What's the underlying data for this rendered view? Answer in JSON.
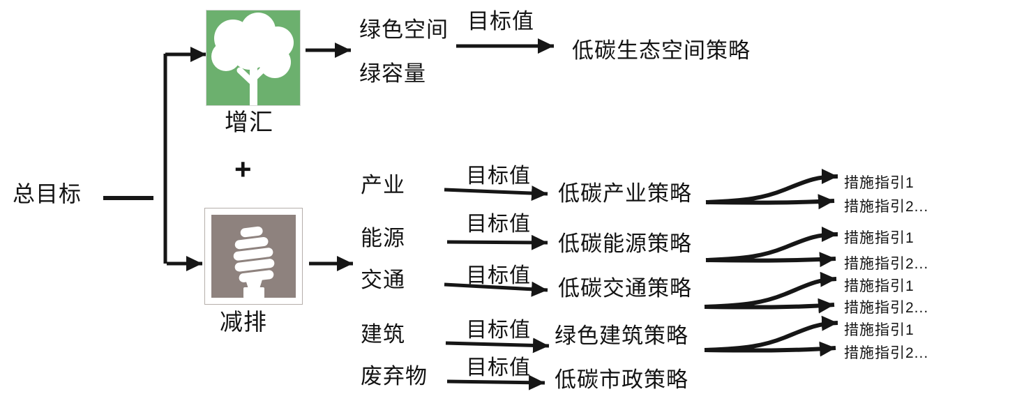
{
  "colors": {
    "tree_green": "#6cb06e",
    "bulb_taupe": "#8e827e",
    "line_black": "#161616"
  },
  "diagram": {
    "root_label": "总目标",
    "plus_sign": "+",
    "sink_branch": {
      "icon": "tree-icon",
      "label": "增汇"
    },
    "reduce_branch": {
      "icon": "cfl-bulb-icon",
      "label": "减排"
    },
    "eco_row": {
      "input_1": "绿色空间",
      "input_2": "绿容量",
      "target_label": "目标值",
      "strategy": "低碳生态空间策略"
    },
    "rows": [
      {
        "category": "产业",
        "target_label": "目标值",
        "strategy": "低碳产业策略"
      },
      {
        "category": "能源",
        "target_label": "目标值",
        "strategy": "低碳能源策略"
      },
      {
        "category": "交通",
        "target_label": "目标值",
        "strategy": "低碳交通策略"
      },
      {
        "category": "建筑",
        "target_label": "目标值",
        "strategy": "绿色建筑策略"
      },
      {
        "category": "废弃物",
        "target_label": "目标值",
        "strategy": "低碳市政策略"
      }
    ],
    "measure_guides": [
      "措施指引1",
      "措施指引2...",
      "措施指引1",
      "措施指引2...",
      "措施指引1",
      "措施指引2...",
      "措施指引1",
      "措施指引2..."
    ]
  }
}
